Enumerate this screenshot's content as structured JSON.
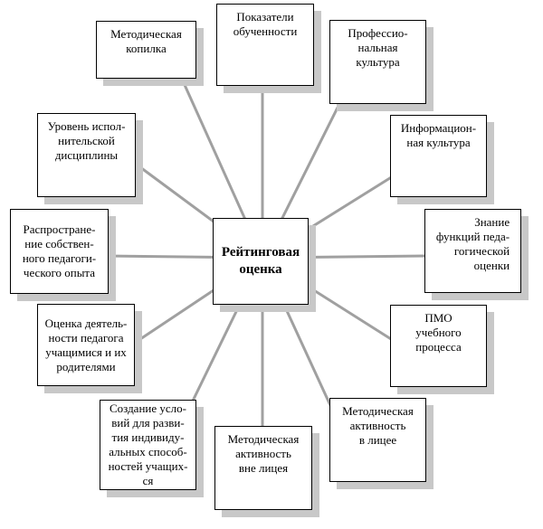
{
  "center": {
    "label": "Рейтинговая\nоценка"
  },
  "nodes": [
    {
      "id": "metod-kopilka",
      "label": "Методическая\nкопилка"
    },
    {
      "id": "pokazateli",
      "label": "Показатели\nобученности"
    },
    {
      "id": "prof-kultura",
      "label": "Профессио-\nнальная\nкультура"
    },
    {
      "id": "inform-kultura",
      "label": "Информацион-\nная культура"
    },
    {
      "id": "znanie-funkcij",
      "label": "Знание\nфункций педа-\nгогической\nоценки"
    },
    {
      "id": "pmo",
      "label": "ПМО\nучебного\nпроцесса"
    },
    {
      "id": "metod-akt-licej",
      "label": "Методическая\nактивность\nв лицее"
    },
    {
      "id": "metod-akt-vne",
      "label": "Методическая\nактивность\nвне лицея"
    },
    {
      "id": "sozdanie-uslovij",
      "label": "Создание усло-\nвий для разви-\nтия индивиду-\nальных способ-\nностей учащих-\nся"
    },
    {
      "id": "ocenka-deyat",
      "label": "Оценка деятель-\nности педагога\nучащимися и их\nродителями"
    },
    {
      "id": "rasprostranenie",
      "label": "Распростране-\nние собствен-\nного педагоги-\nческого опыта"
    },
    {
      "id": "uroven-disciplin",
      "label": "Уровень испол-\nнительской\nдисциплины"
    }
  ],
  "colors": {
    "connector": "#a0a0a0",
    "shadow": "#c8c8c8",
    "border": "#000000"
  }
}
